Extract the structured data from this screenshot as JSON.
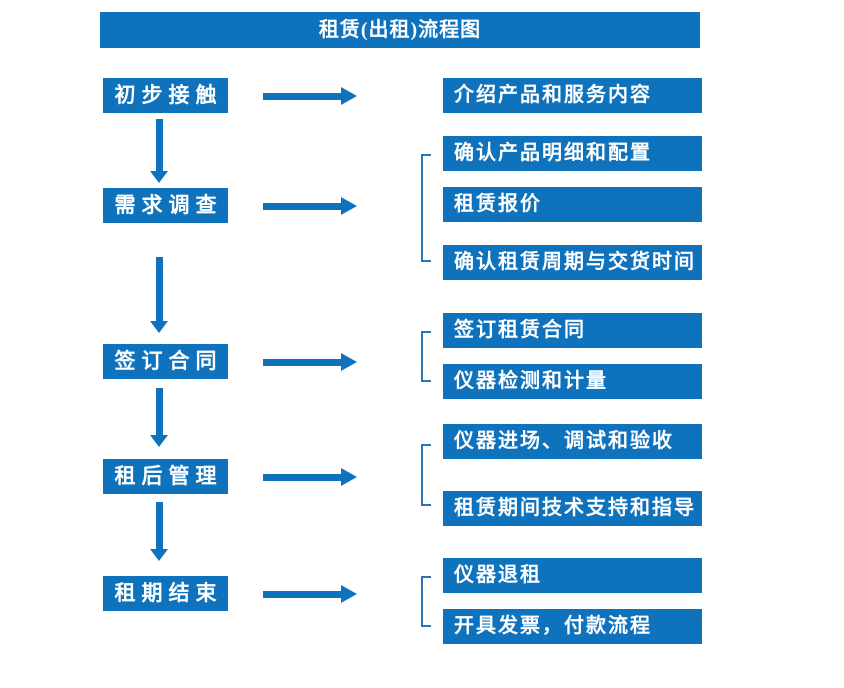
{
  "title": "租赁(出租)流程图",
  "colors": {
    "primary": "#0F72BD",
    "bracket": "#2E74B5",
    "text_on_primary": "#FFFFFF",
    "background": "#FFFFFF"
  },
  "stages": [
    {
      "label": "初步接触",
      "outputs": [
        "介绍产品和服务内容"
      ]
    },
    {
      "label": "需求调查",
      "outputs": [
        "确认产品明细和配置",
        "租赁报价",
        "确认租赁周期与交货时间"
      ]
    },
    {
      "label": "签订合同",
      "outputs": [
        "签订租赁合同",
        "仪器检测和计量"
      ]
    },
    {
      "label": "租后管理",
      "outputs": [
        "仪器进场、调试和验收",
        "租赁期间技术支持和指导"
      ]
    },
    {
      "label": "租期结束",
      "outputs": [
        "仪器退租",
        "开具发票，付款流程"
      ]
    }
  ]
}
